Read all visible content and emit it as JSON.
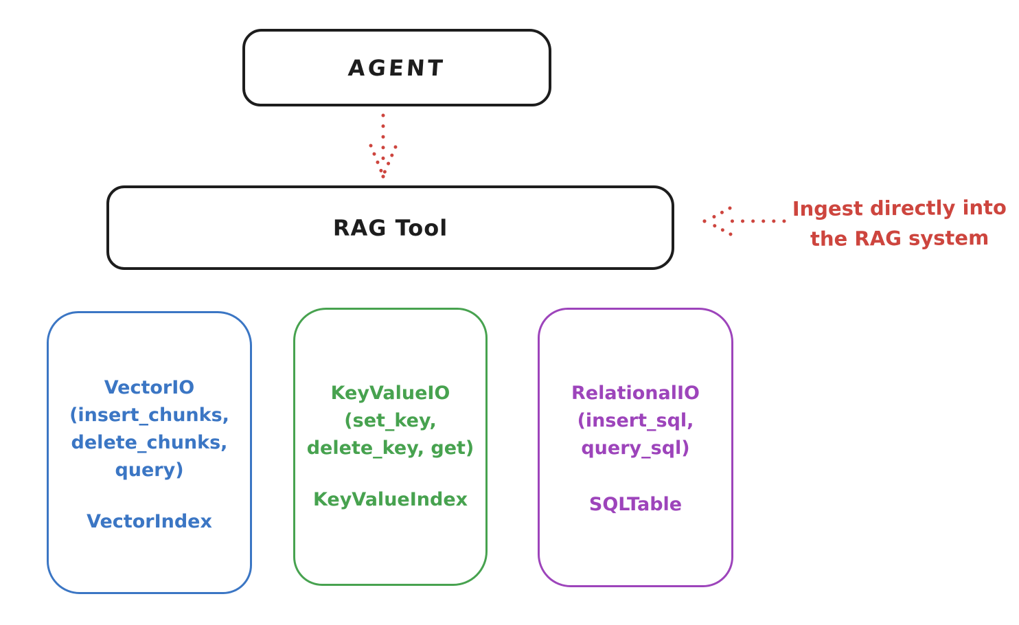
{
  "agent_box": {
    "label": "AGENT"
  },
  "rag_tool_box": {
    "label": "RAG Tool"
  },
  "ingest_annotation": {
    "line1": "Ingest directly into",
    "line2": "the RAG system"
  },
  "io_boxes": [
    {
      "id": "vector-io",
      "title": "VectorIO",
      "methods": [
        "(insert_chunks,",
        "delete_chunks,",
        "query)"
      ],
      "index_label": "VectorIndex",
      "color": "#3b76c4"
    },
    {
      "id": "keyvalue-io",
      "title": "KeyValueIO",
      "methods": [
        "(set_key,",
        "delete_key, get)"
      ],
      "index_label": "KeyValueIndex",
      "color": "#47a24f"
    },
    {
      "id": "relational-io",
      "title": "RelationalIO",
      "methods": [
        "(insert_sql,",
        "query_sql)"
      ],
      "index_label": "SQLTable",
      "color": "#9d44bb"
    }
  ],
  "arrows": [
    {
      "name": "agent-to-rag-tool",
      "direction": "down",
      "style": "dotted",
      "color": "#cd453e"
    },
    {
      "name": "ingest-into-rag-tool",
      "direction": "left",
      "style": "dotted",
      "color": "#cd453e"
    }
  ],
  "colors": {
    "ink": "#1d1d1d",
    "accent_red": "#cd453e",
    "vector_blue": "#3b76c4",
    "keyvalue_green": "#47a24f",
    "relational_purple": "#9d44bb",
    "background": "#ffffff"
  }
}
